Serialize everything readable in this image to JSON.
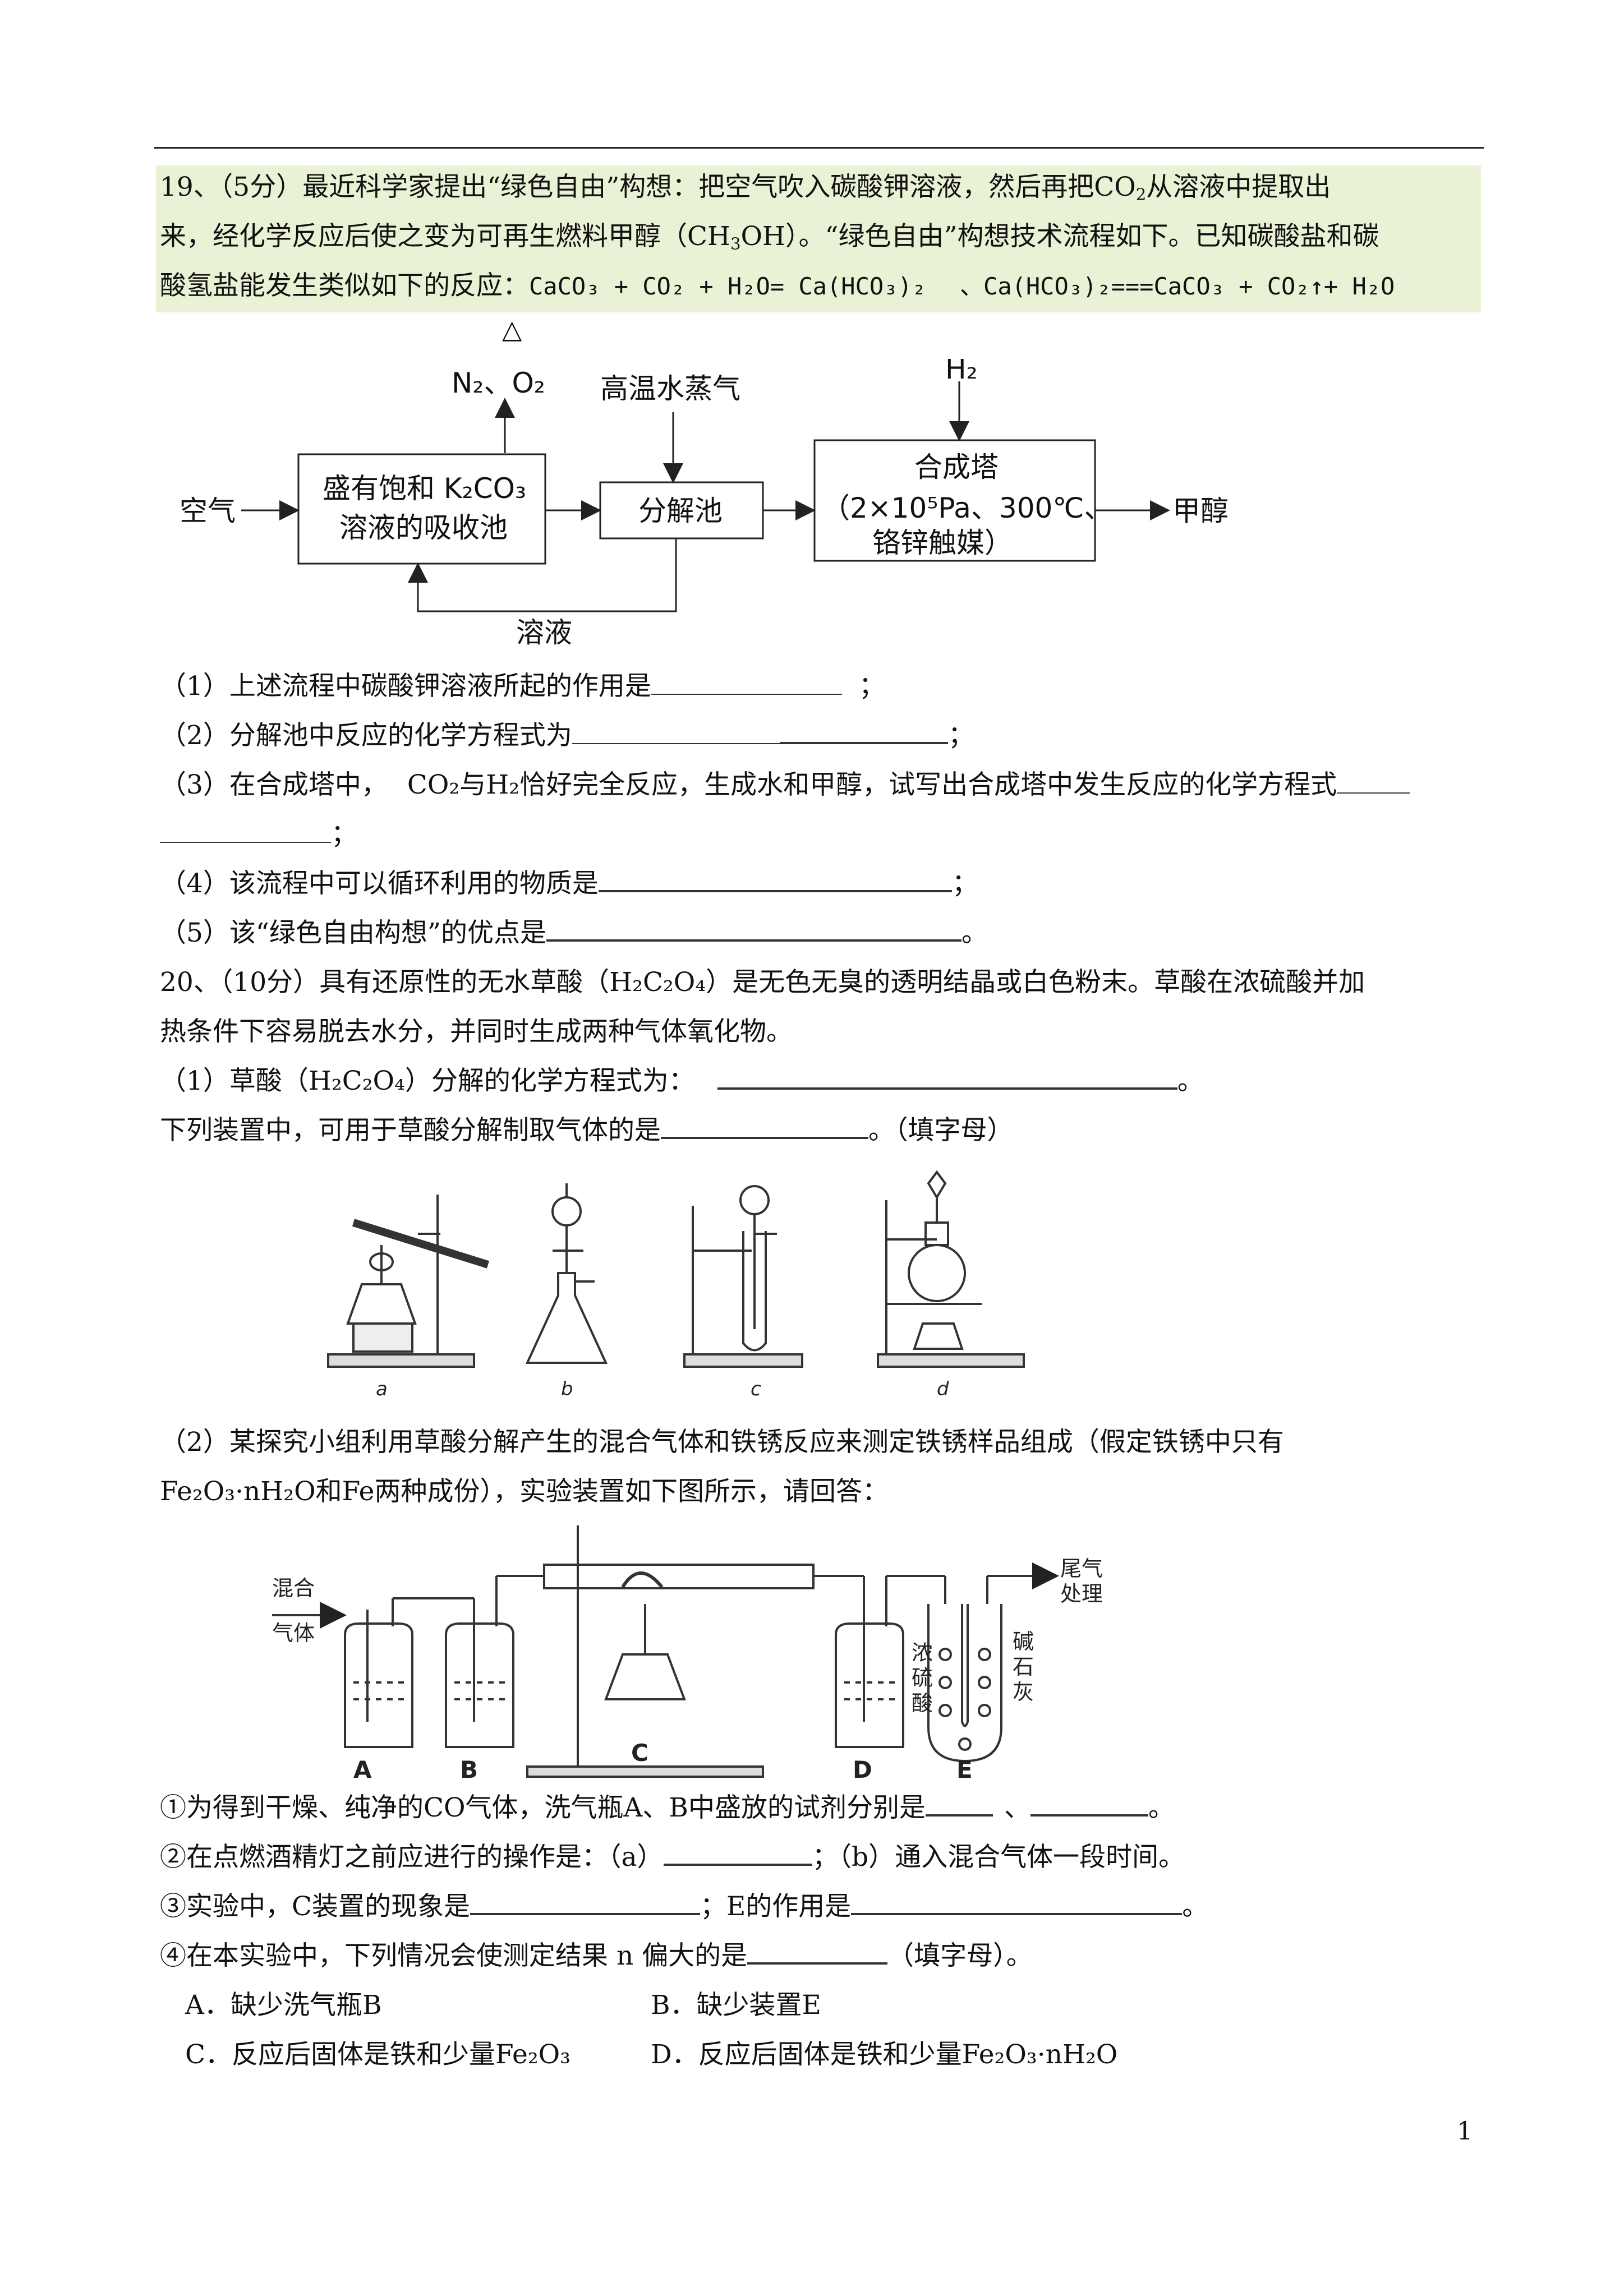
{
  "q19": {
    "line1a": "19、（5分）最近科学家提出“绿色自由”构想：把空气吹入碳酸钾溶液，然后再把",
    "co2": "CO",
    "two": "2",
    "line1b": "从溶液中提取出",
    "line2a": "来，经化学反应后使之变为可再生燃料甲醇（CH",
    "three": "3",
    "line2b": "OH）。“绿色自由”构想技术流程如下。已知碳酸盐和碳",
    "line3a": "酸氢盐能发生类似如下的反应：",
    "eq1": "CaCO₃ + CO₂ + H₂O= Ca(HCO₃)₂",
    "sep": "、",
    "eq2": "Ca(HCO₃)₂===CaCO₃ + CO₂↑+ H₂O",
    "delta": "△",
    "flow": {
      "air": "空气",
      "n2o2": "N₂、O₂",
      "absorber_l1": "盛有饱和 K₂CO₃",
      "absorber_l2": "溶液的吸收池",
      "steam": "高温水蒸气",
      "decomposer": "分解池",
      "h2": "H₂",
      "tower_l1": "合成塔",
      "tower_l2": "（2×10⁵Pa、300℃、",
      "tower_l3": "铬锌触媒）",
      "methanol": "甲醇",
      "solution": "溶液"
    },
    "sub1": "（1）上述流程中碳酸钾溶液所起的作用是",
    "sub1_end": "；",
    "sub2": "（2）分解池中反应的化学方程式为",
    "sub2_end": "；",
    "sub3a": "（3）在合成塔中，",
    "sub3b": "CO₂与H₂恰好完全反应，生成水和甲醇，试写出合成塔中发生反应的化学方程式",
    "sub3_end": "；",
    "sub4": "（4）该流程中可以循环利用的物质是",
    "sub4_end": "；",
    "sub5": "（5）该“绿色自由构想”的优点是",
    "sub5_end": "。"
  },
  "q20": {
    "line1": "20、（10分）具有还原性的无水草酸（H₂C₂O₄）是无色无臭的透明结晶或白色粉末。草酸在浓硫酸并加",
    "line2": "热条件下容易脱去水分，并同时生成两种气体氧化物。",
    "sub1": "（1）草酸（H₂C₂O₄）分解的化学方程式为：",
    "sub1_end": "。",
    "device_q": "下列装置中，可用于草酸分解制取气体的是",
    "device_q_end": "。（填字母）",
    "labels_row1": [
      "a",
      "b",
      "c",
      "d"
    ],
    "sub2_l1": "（2）某探究小组利用草酸分解产生的混合气体和铁锈反应来测定铁锈样品组成（假定铁锈中只有",
    "sub2_l2": "Fe₂O₃·nH₂O和Fe两种成份），实验装置如下图所示，请回答：",
    "setup": {
      "mixed_gas_1": "混合",
      "mixed_gas_2": "气体",
      "tail_gas_1": "尾气",
      "tail_gas_2": "处理",
      "conc_1": "浓",
      "conc_2": "硫",
      "conc_3": "酸",
      "soda_1": "碱",
      "soda_2": "石",
      "soda_3": "灰",
      "labels": [
        "A",
        "B",
        "C",
        "D",
        "E"
      ]
    },
    "i1": "①为得到干燥、纯净的CO气体，洗气瓶A、B中盛放的试剂分别是",
    "i1_sep": "、",
    "i1_end": "。",
    "i2a": "②在点燃酒精灯之前应进行的操作是：（a）",
    "i2b": "；（b）通入混合气体一段时间。",
    "i3a": "③实验中，C装置的现象是",
    "i3b": "；E的作用是",
    "i3_end": "。",
    "i4a": "④在本实验中，下列情况会使测定结果 n 偏大的是",
    "i4b": "（填字母）。",
    "optA": "A．缺少洗气瓶B",
    "optB": "B．缺少装置E",
    "optC": "C．反应后固体是铁和少量Fe₂O₃",
    "optD": "D．反应后固体是铁和少量Fe₂O₃·nH₂O"
  },
  "page_number": "1"
}
